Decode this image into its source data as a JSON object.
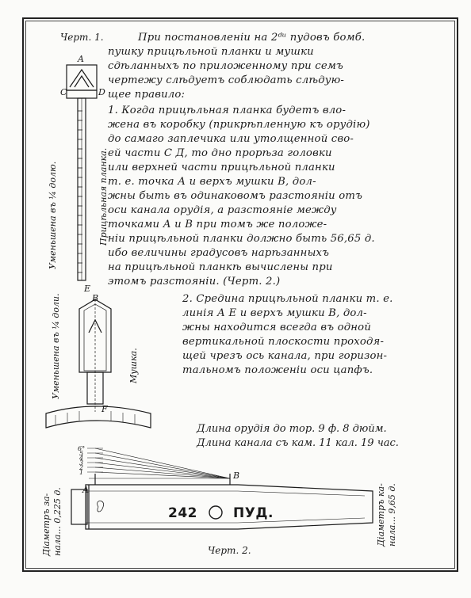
{
  "figure1": {
    "title": "Черт. 1.",
    "point_a": "A",
    "point_c": "C",
    "point_d": "D",
    "left_caption": "Уменьшена въ ¼ долю.",
    "right_caption": "Прицѣльная планка."
  },
  "figure_mushka": {
    "point_e": "E",
    "point_b": "B",
    "point_f": "F",
    "left_caption": "Уменьшена въ ¼ доли.",
    "right_caption": "Мушка."
  },
  "text_lines": [
    "При постановленіи на 2ᵈᵘ пудовъ бомб.",
    "пушку прицѣльной планки и мушки",
    "сдѣланныхъ по приложенному при семъ",
    "чертежу слѣдуетъ соблюдать слѣдую-",
    "щее правило:",
    "1. Когда прицѣльная планка будетъ вло-",
    "жена въ коробку (прикрѣпленную къ орудію)",
    "до самаго заплечика или утолщенной сво-",
    "ей части С Д, то дно прорѣза головки",
    "или верхней части прицѣльной планки",
    "т. е. точка А и верхъ мушки В, дол-",
    "жны быть въ одинаковомъ разстояніи отъ",
    "оси канала орудія, а разстояніе между",
    "точками А и В при томъ же положе-",
    "ніи прицѣльной планки должно быть 56,65 д.",
    "ибо величины градусовъ нарѣзанныхъ",
    "на прицѣльной планкѣ вычислены при",
    "этомъ разстояніи. (Черт. 2.)",
    "2. Средина прицѣльной планки т. е.",
    "линія А Е и верхъ мушки В, дол-",
    "жны находится всегда въ одной",
    "вертикальной плоскости проходя-",
    "щей чрезъ ось канала, при горизон-",
    "тальномъ положеніи оси цапфъ."
  ],
  "lengths": {
    "line1": "Длина орудія до тор. 9 ф. 8 дюйм.",
    "line2": "Длина канала съ кам. 11 кал. 19 час."
  },
  "figure2": {
    "title": "Черт. 2.",
    "point_a": "A",
    "point_b": "B",
    "scale_marks": [
      "6°",
      "5",
      "4",
      "3",
      "2",
      "1"
    ],
    "stamp_number": "242",
    "stamp_text": "ПУД.",
    "left_caption_1": "Діаметръ за-",
    "left_caption_2": "нала... 0,225 д.",
    "right_caption_1": "Діаметръ ка-",
    "right_caption_2": "нала... 9,65 д."
  },
  "colors": {
    "ink": "#1b1b1b",
    "paper": "#fbfbf9"
  }
}
